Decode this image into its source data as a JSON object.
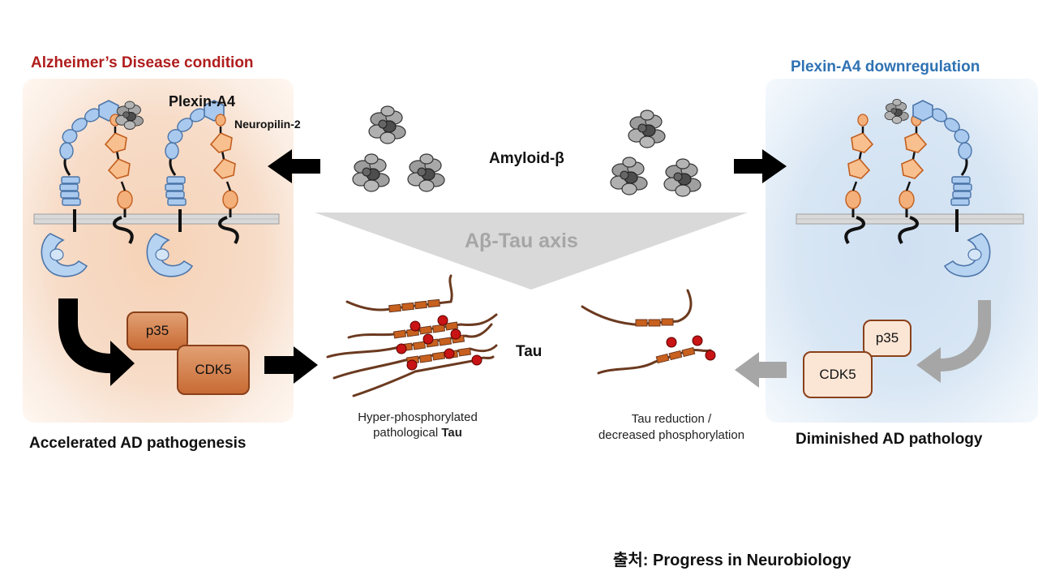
{
  "left_panel": {
    "title": "Alzheimer’s Disease condition",
    "plexin_label": "Plexin-A4",
    "neuropilin_label": "Neuropilin-2",
    "outcome": "Accelerated AD pathogenesis",
    "p35_label": "p35",
    "cdk5_label": "CDK5"
  },
  "right_panel": {
    "title": "Plexin-A4 downregulation",
    "outcome": "Diminished AD pathology",
    "p35_label": "p35",
    "cdk5_label": "CDK5"
  },
  "center": {
    "amyloid_label": "Amyloid-β",
    "axis_label": "Aβ-Tau axis",
    "tau_label": "Tau",
    "hyper_line1": "Hyper-phosphorylated",
    "hyper_line2_prefix": "pathological ",
    "hyper_line2_bold": "Tau",
    "reduction_line1": "Tau reduction /",
    "reduction_line2": "decreased phosphorylation"
  },
  "source": {
    "prefix": "출처:",
    "name": "Progress in Neurobiology"
  },
  "colors": {
    "ad_red": "#b01d1d",
    "downreg_blue": "#2f72b3",
    "receptor_blue": "#a9c9ee",
    "neuropilin_orange": "#f4b07a",
    "tau_brown": "#6b3a20",
    "phospho_red": "#c81414",
    "arrow_black": "#000000",
    "arrow_gray": "#a6a6a6"
  }
}
